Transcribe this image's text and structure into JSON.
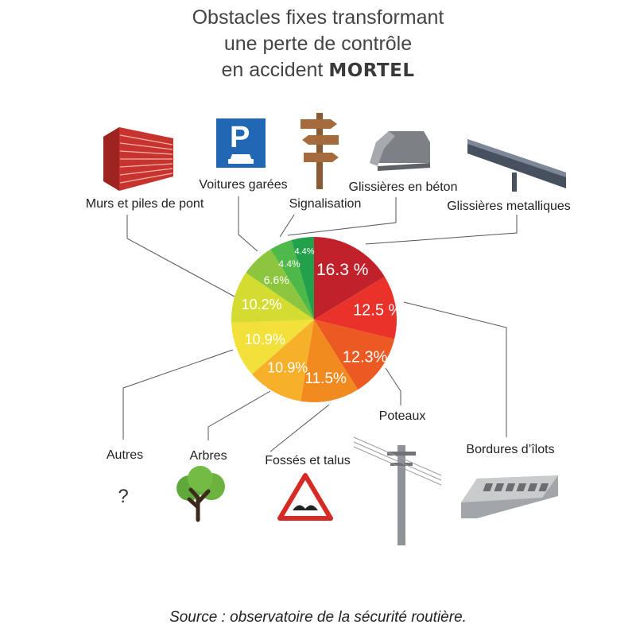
{
  "title": {
    "line1": "Obstacles fixes transformant",
    "line2": "une perte de contrôle",
    "line3_prefix": "en accident ",
    "line3_emphasis": "MORTEL"
  },
  "source": "Source : observatoire de la sécurité routière.",
  "chart_data": {
    "type": "pie",
    "title": "Obstacles fixes transformant une perte de contrôle en accident MORTEL",
    "slices": [
      {
        "label": "Glissières metalliques",
        "value": 16.3,
        "display": "16.3 %",
        "color": "#c1212b",
        "icon": "guardrail-icon"
      },
      {
        "label": "Bordures d’îlots",
        "value": 12.5,
        "display": "12.5 %",
        "color": "#e8322a",
        "icon": "curb-icon"
      },
      {
        "label": "Poteaux",
        "value": 12.3,
        "display": "12.3%",
        "color": "#ec5a23",
        "icon": "utility-pole-icon"
      },
      {
        "label": "Fossés et talus",
        "value": 11.5,
        "display": "11.5%",
        "color": "#f18a1f",
        "icon": "road-bump-warning-icon"
      },
      {
        "label": "Arbres",
        "value": 10.9,
        "display": "10.9%",
        "color": "#f6b02a",
        "icon": "tree-icon"
      },
      {
        "label": "Autres",
        "value": 10.9,
        "display": "10.9%",
        "color": "#f2e13a",
        "icon": "question-mark-icon"
      },
      {
        "label": "Murs et piles de pont",
        "value": 10.2,
        "display": "10.2%",
        "color": "#d4dc31",
        "icon": "brick-wall-icon"
      },
      {
        "label": "Voitures garées",
        "value": 6.6,
        "display": "6.6%",
        "color": "#8cc63f",
        "icon": "parking-sign-icon"
      },
      {
        "label": "Signalisation",
        "value": 4.4,
        "display": "4.4%",
        "color": "#4eb848",
        "icon": "signpost-icon"
      },
      {
        "label": "Glissières en béton",
        "value": 4.4,
        "display": "4.4%",
        "color": "#22a04b",
        "icon": "concrete-barrier-icon"
      }
    ],
    "question_mark": "?"
  }
}
